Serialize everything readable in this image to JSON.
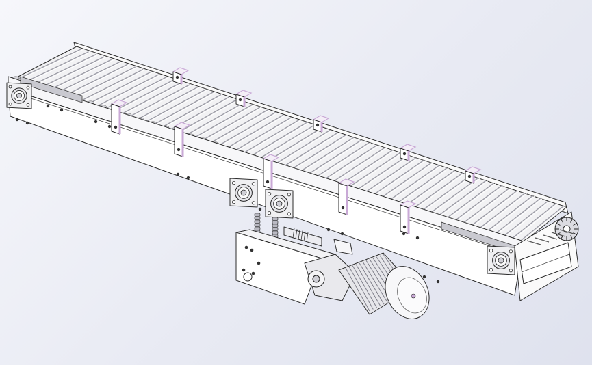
{
  "model": {
    "assembly": "slat-conveyor",
    "slat_count": 62,
    "colors": {
      "background_top": "#f6f7fb",
      "background_bottom": "#dfe2ee",
      "frame_face": "#ffffff",
      "slat_light": "#f2f2f4",
      "slat_dark": "#9c9ca6",
      "bracket_edge": "#c9a9d6",
      "motor_body": "#e6e6ea",
      "bearing_face": "#f0f0f2",
      "outline": "#2b2b2b"
    },
    "components": [
      "slat-belt",
      "side-frame-front",
      "side-frame-back",
      "leg-bracket",
      "flange-bearing",
      "drive-chain",
      "gear-motor",
      "motor-mount-plate",
      "tail-sprocket",
      "discharge-chute"
    ]
  }
}
